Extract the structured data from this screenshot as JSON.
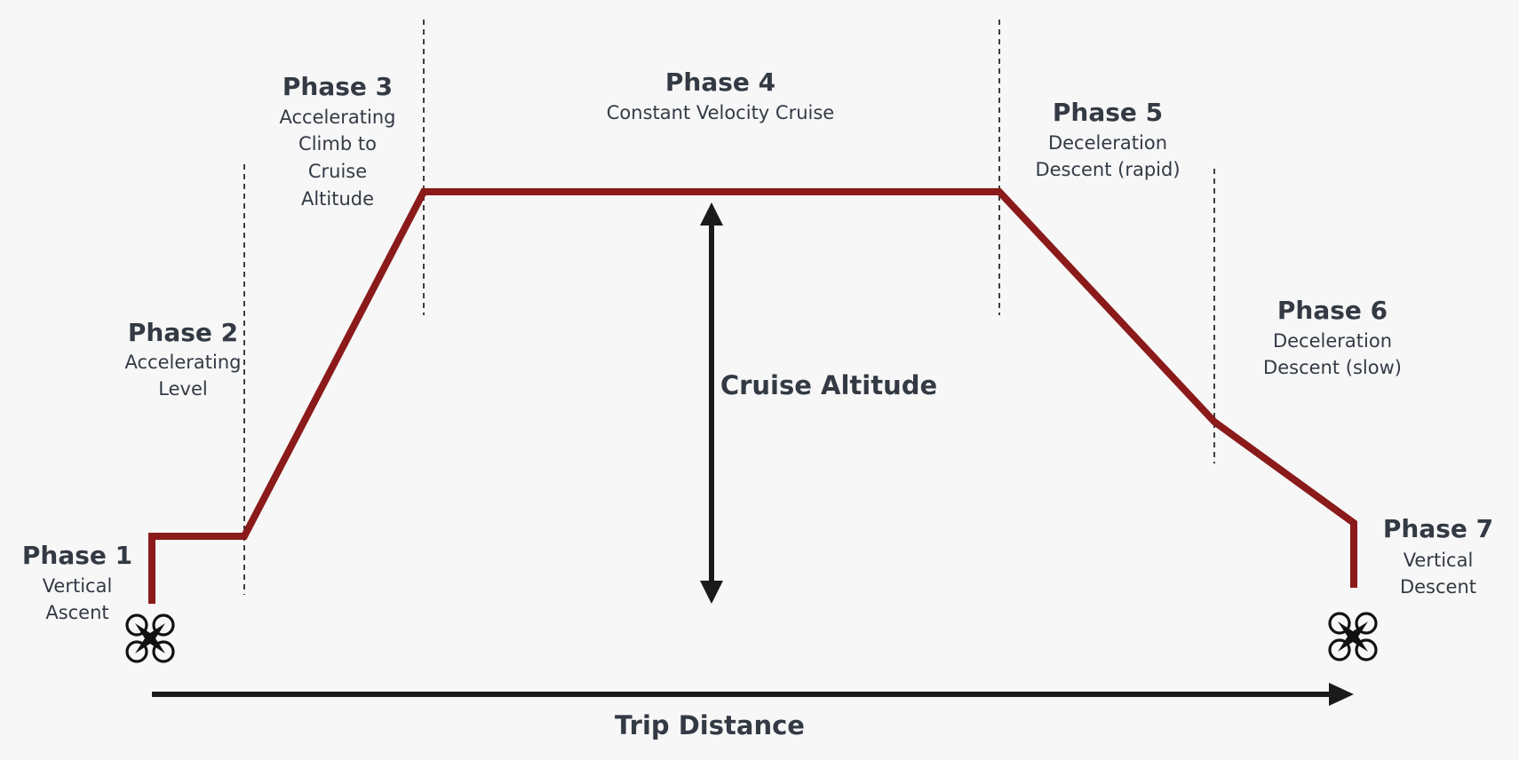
{
  "phases": [
    {
      "title": "Phase 1",
      "lines": [
        "Vertical",
        "Ascent"
      ]
    },
    {
      "title": "Phase 2",
      "lines": [
        "Accelerating",
        "Level"
      ]
    },
    {
      "title": "Phase 3",
      "lines": [
        "Accelerating",
        "Climb to",
        "Cruise",
        "Altitude"
      ]
    },
    {
      "title": "Phase 4",
      "lines": [
        "Constant Velocity Cruise"
      ]
    },
    {
      "title": "Phase 5",
      "lines": [
        "Deceleration",
        "Descent (rapid)"
      ]
    },
    {
      "title": "Phase 6",
      "lines": [
        "Deceleration",
        "Descent (slow)"
      ]
    },
    {
      "title": "Phase 7",
      "lines": [
        "Vertical",
        "Descent"
      ]
    }
  ],
  "cruise_altitude_label": "Cruise Altitude",
  "trip_distance_label": "Trip Distance",
  "icons": {
    "start": "drone-icon",
    "end": "drone-icon"
  },
  "colors": {
    "profile_line": "#8b1a1a",
    "arrows": "#1a1a1a",
    "text": "#333a44",
    "background": "#f7f7f7"
  }
}
